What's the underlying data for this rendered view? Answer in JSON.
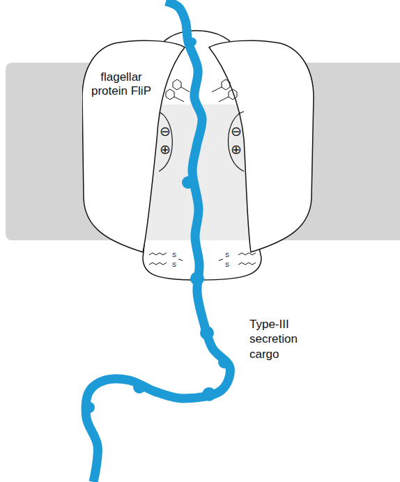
{
  "diagram": {
    "nodes": [
      {
        "text": [
          "flagellar protein FliP"
        ]
      }
    ],
    "edges": [],
    "labels": [
      "⊖",
      "⊕",
      "⊖",
      "⊕",
      "S",
      "S",
      "S",
      "S",
      "Type-III secretion cargo"
    ]
  }
}
